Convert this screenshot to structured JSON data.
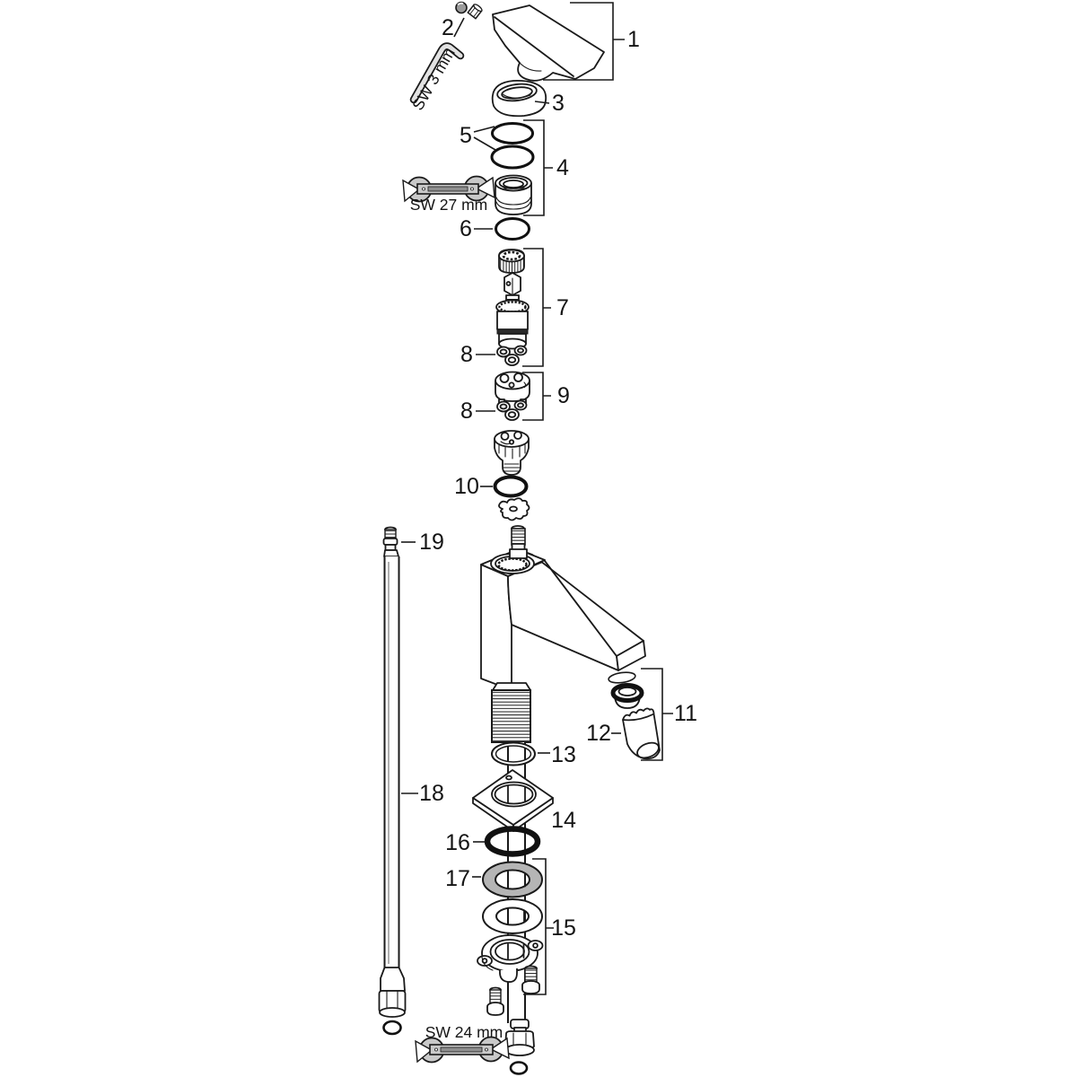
{
  "colors": {
    "background": "#ffffff",
    "ink": "#1a1a1a",
    "tool_fill": "#c9c9c9",
    "washer_fill": "#b5b5b5"
  },
  "callouts": [
    {
      "id": "1",
      "part": "handle-lever",
      "label": "1"
    },
    {
      "id": "2",
      "part": "set-screws",
      "label": "2"
    },
    {
      "id": "3",
      "part": "handle-sleeve",
      "label": "3"
    },
    {
      "id": "4",
      "part": "spout-nut-assembly",
      "label": "4"
    },
    {
      "id": "5",
      "part": "o-ring-pair",
      "label": "5"
    },
    {
      "id": "6",
      "part": "o-ring-lower",
      "label": "6"
    },
    {
      "id": "7",
      "part": "cartridge",
      "label": "7"
    },
    {
      "id": "8a",
      "part": "seal-upper",
      "label": "8"
    },
    {
      "id": "8b",
      "part": "seal-lower",
      "label": "8"
    },
    {
      "id": "9",
      "part": "throttle-disc",
      "label": "9"
    },
    {
      "id": "10",
      "part": "base-o-ring",
      "label": "10"
    },
    {
      "id": "11",
      "part": "aerator-assembly",
      "label": "11"
    },
    {
      "id": "12",
      "part": "aerator-housing",
      "label": "12"
    },
    {
      "id": "13",
      "part": "shank-o-ring",
      "label": "13"
    },
    {
      "id": "14",
      "part": "escutcheon-plate",
      "label": "14"
    },
    {
      "id": "15",
      "part": "fixation-set",
      "label": "15"
    },
    {
      "id": "16",
      "part": "base-seal-ring",
      "label": "16"
    },
    {
      "id": "17",
      "part": "base-washer",
      "label": "17"
    },
    {
      "id": "18",
      "part": "supply-hose",
      "label": "18"
    },
    {
      "id": "19",
      "part": "hose-connector",
      "label": "19"
    }
  ],
  "tools": [
    {
      "name": "allen-key",
      "label": "SW 3 mm"
    },
    {
      "name": "open-end-wrench-27",
      "label": "SW 27 mm"
    },
    {
      "name": "open-end-wrench-24",
      "label": "SW 24 mm"
    }
  ]
}
